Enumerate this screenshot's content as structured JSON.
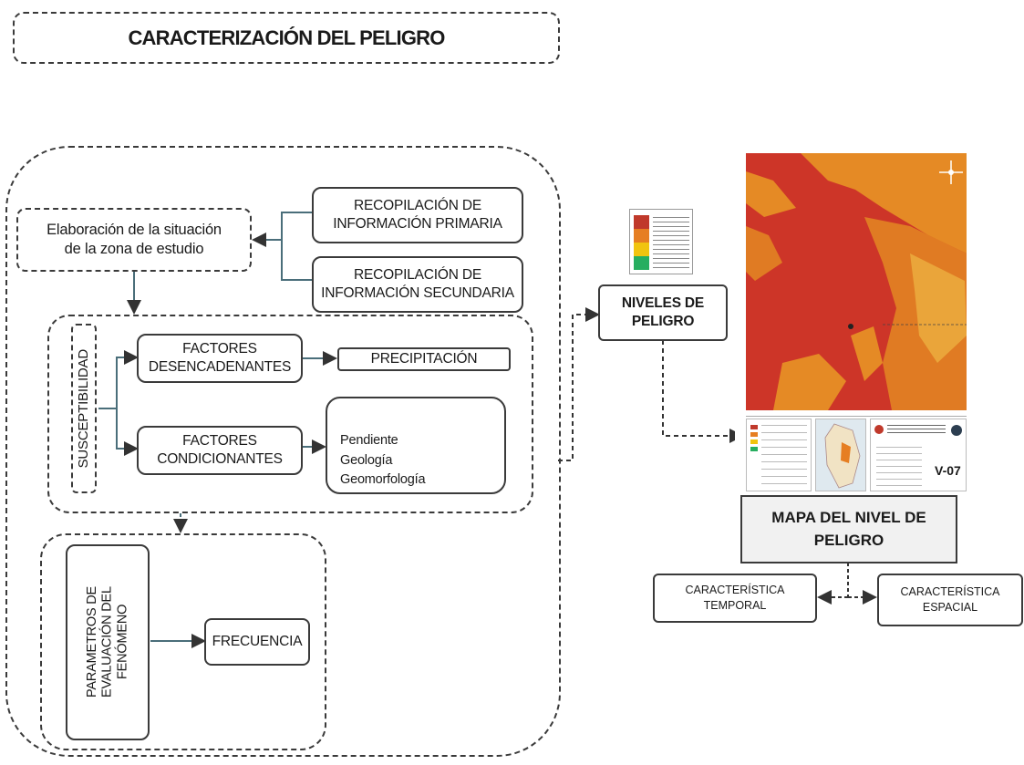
{
  "title": "CARACTERIZACIÓN DEL PELIGRO",
  "nodes": {
    "situacion": "Elaboración de la situación\nde la zona de estudio",
    "info_primaria": "RECOPILACIÓN DE\nINFORMACIÓN PRIMARIA",
    "info_secundaria": "RECOPILACIÓN DE\nINFORMACIÓN SECUNDARIA",
    "susceptibilidad": "SUSCEPTIBILIDAD",
    "factores_desencadenantes": "FACTORES\nDESENCADENANTES",
    "precipitacion": "PRECIPITACIÓN",
    "factores_condicionantes": "FACTORES\nCONDICIONANTES",
    "condicionantes_list": "Pendiente\nGeología\nGeomorfología",
    "parametros": "PARAMETROS DE\nEVALUACIÓN DEL\nFENÓMENO",
    "frecuencia": "FRECUENCIA",
    "niveles_peligro": "NIVELES DE\nPELIGRO",
    "mapa_nivel": "MAPA DEL NIVEL DE\nPELIGRO",
    "caracteristica_temporal": "CARACTERÍSTICA\nTEMPORAL",
    "caracteristica_espacial": "CARACTERÍSTICA\nESPACIAL"
  },
  "map_sheet_code": "V-07",
  "colors": {
    "map_high": "#c8322a",
    "map_mid": "#e07a24",
    "map_low": "#e9a33a",
    "legend_red": "#c0392b",
    "legend_orange": "#e67e22",
    "legend_yellow": "#f1c40f",
    "legend_green": "#27ae60"
  }
}
